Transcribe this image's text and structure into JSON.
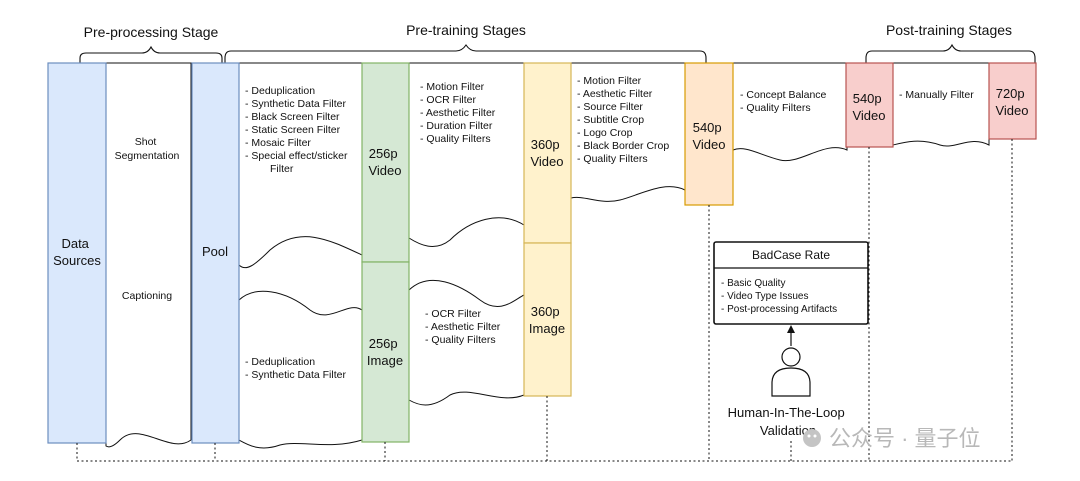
{
  "stages": {
    "preprocessing": "Pre-processing Stage",
    "pretraining": "Pre-training Stages",
    "posttraining": "Post-training Stages"
  },
  "columns": {
    "data_sources": [
      "Data",
      "Sources"
    ],
    "shot_segmentation": [
      "Shot",
      "Segmentation"
    ],
    "captioning": "Captioning",
    "pool": "Pool",
    "video_256p": [
      "256p",
      "Video"
    ],
    "image_256p": [
      "256p",
      "Image"
    ],
    "video_360p": [
      "360p",
      "Video"
    ],
    "image_360p": [
      "360p",
      "Image"
    ],
    "video_540p_pre": [
      "540p",
      "Video"
    ],
    "video_540p_post": [
      "540p",
      "Video"
    ],
    "video_720p": [
      "720p",
      "Video"
    ]
  },
  "filters": {
    "pool_to_256p_video": [
      "- Deduplication",
      "- Synthetic Data Filter",
      "- Black Screen Filter",
      "- Static Screen Filter",
      "- Mosaic Filter",
      "- Special effect/sticker",
      "Filter"
    ],
    "pool_to_256p_image": [
      "- Deduplication",
      "- Synthetic Data Filter"
    ],
    "to_360p_video": [
      "- Motion Filter",
      "- OCR Filter",
      "- Aesthetic Filter",
      "- Duration Filter",
      "- Quality Filters"
    ],
    "to_360p_image": [
      "- OCR Filter",
      "- Aesthetic Filter",
      "- Quality Filters"
    ],
    "to_540p_video": [
      "- Motion Filter",
      "- Aesthetic Filter",
      "- Source Filter",
      "- Subtitle Crop",
      "- Logo Crop",
      "- Black Border Crop",
      "- Quality Filters"
    ],
    "post_540p": [
      "- Concept Balance",
      "- Quality Filters"
    ],
    "post_720p": [
      "- Manually Filter"
    ]
  },
  "badcase": {
    "title": "BadCase Rate",
    "items": [
      "- Basic Quality",
      "- Video Type Issues",
      "- Post-processing Artifacts"
    ]
  },
  "hitl": [
    "Human-In-The-Loop",
    "Validation"
  ],
  "watermark": "公众号 · 量子位",
  "colors": {
    "blue_fill": "#dae8fc",
    "blue_stroke": "#6c8ebf",
    "green_fill": "#d5e8d4",
    "green_stroke": "#82b366",
    "yellow_fill": "#fff2cc",
    "yellow_stroke": "#d6b656",
    "orange_fill": "#ffe6cc",
    "orange_stroke": "#d79b00",
    "red_fill": "#f8cecc",
    "red_stroke": "#b85450"
  }
}
